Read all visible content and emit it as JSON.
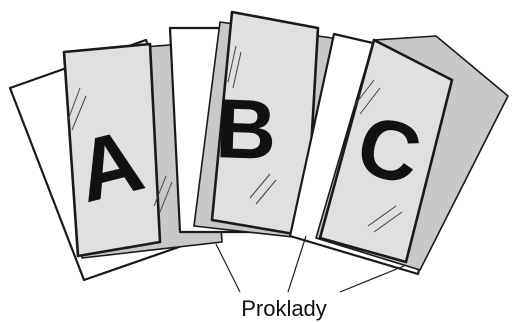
{
  "sheets": [
    {
      "letter": "A"
    },
    {
      "letter": "B"
    },
    {
      "letter": "C"
    }
  ],
  "caption": "Proklady",
  "colors": {
    "paper": "#ffffff",
    "interleaf": "#c8c8c8",
    "transparency": "#e0e0e0",
    "outline": "#1a1a1a"
  }
}
